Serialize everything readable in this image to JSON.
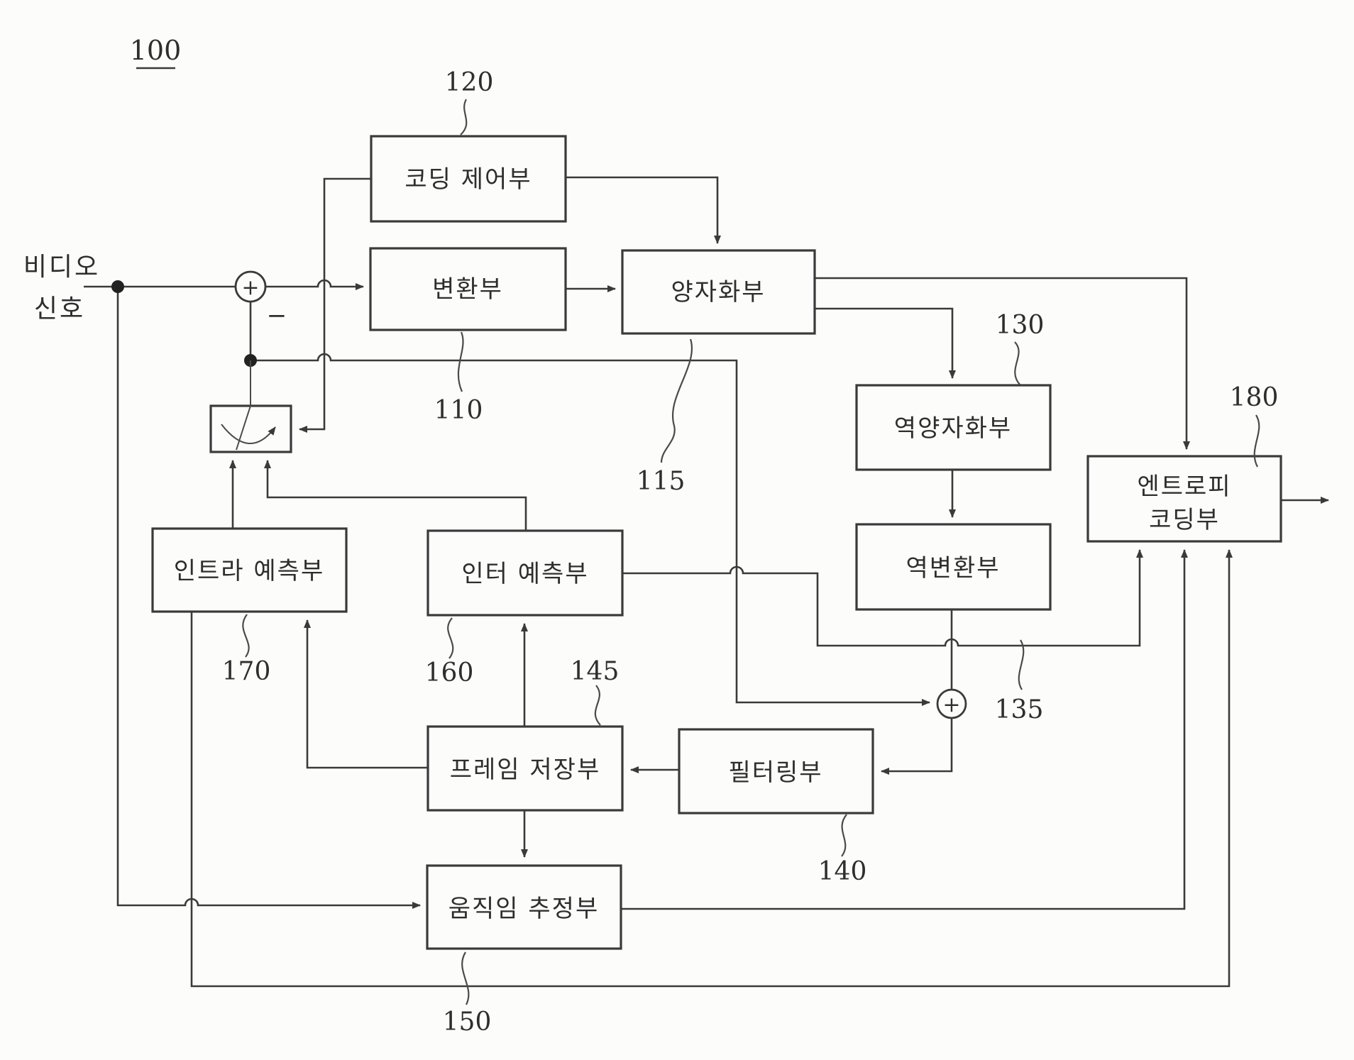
{
  "figure": {
    "number": "100",
    "video_label_line1": "비디오",
    "video_label_line2": "신호",
    "plus": "+",
    "minus": "−"
  },
  "blocks": {
    "coding_control": {
      "label": "코딩 제어부",
      "ref": "120"
    },
    "transform": {
      "label": "변환부",
      "ref": "110"
    },
    "quantization": {
      "label": "양자화부",
      "ref": "115"
    },
    "inverse_quantization": {
      "label": "역양자화부",
      "ref": "130"
    },
    "inverse_transform": {
      "label": "역변환부",
      "ref": "135"
    },
    "entropy_coding": {
      "label_line1": "엔트로피",
      "label_line2": "코딩부",
      "ref": "180"
    },
    "intra_prediction": {
      "label": "인트라 예측부",
      "ref": "170"
    },
    "inter_prediction": {
      "label": "인터 예측부",
      "ref": "160"
    },
    "frame_store": {
      "label": "프레임 저장부",
      "ref": "145"
    },
    "filtering": {
      "label": "필터링부",
      "ref": "140"
    },
    "motion_estimation": {
      "label": "움직임 추정부",
      "ref": "150"
    }
  },
  "colors": {
    "line": "#3a3a3a",
    "text": "#2e2e2e",
    "background": "#fcfcfa"
  }
}
